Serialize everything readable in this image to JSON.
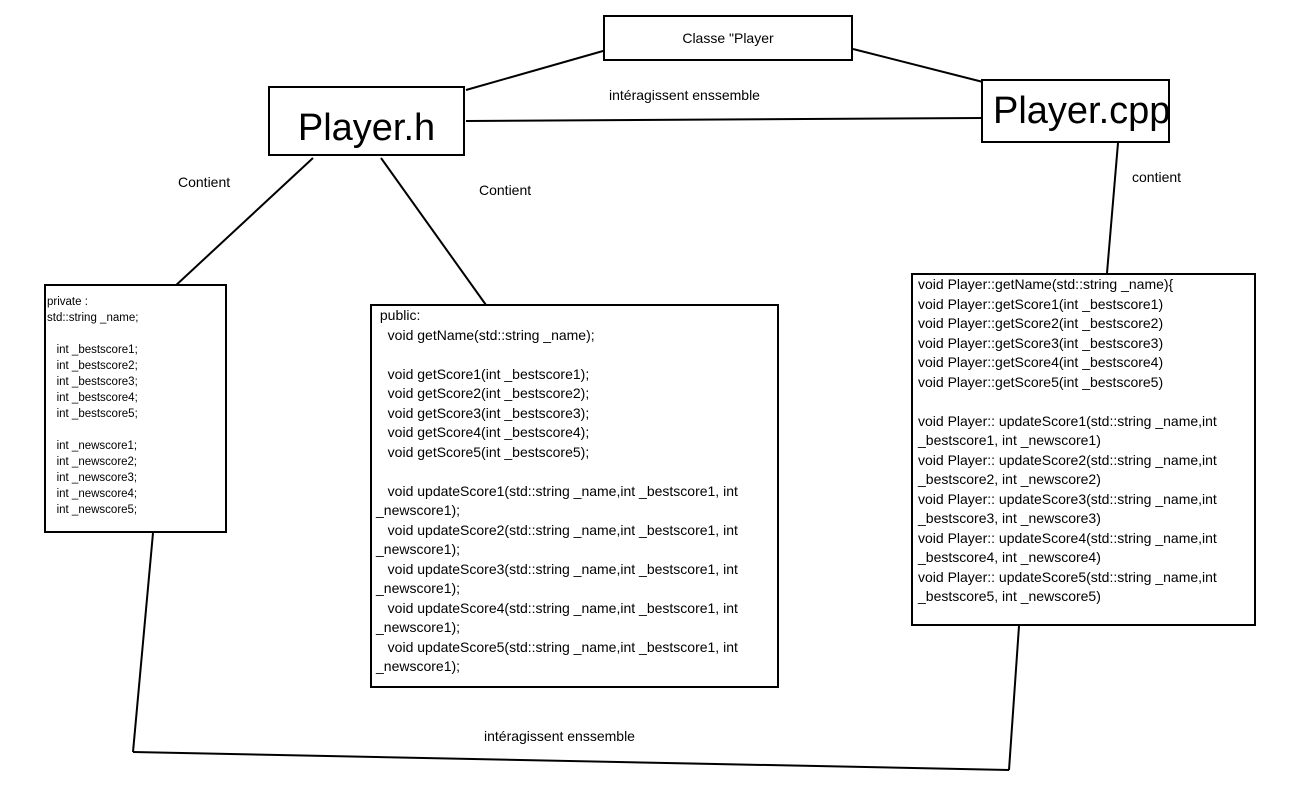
{
  "class_box": {
    "label": "Classe \"Player"
  },
  "header_file": {
    "label": "Player.h"
  },
  "source_file": {
    "label": "Player.cpp"
  },
  "edges": {
    "h_cpp": "intéragissent enssemble",
    "bottom": "intéragissent enssemble",
    "contient_private": "Contient",
    "contient_public": "Contient",
    "contient_cpp": "contient"
  },
  "private_block": {
    "text": "private :\nstd::string _name;\n\n   int _bestscore1;\n   int _bestscore2;\n   int _bestscore3;\n   int _bestscore4;\n   int _bestscore5;\n\n   int _newscore1;\n   int _newscore2;\n   int _newscore3;\n   int _newscore4;\n   int _newscore5;"
  },
  "public_block": {
    "text": " public:\n   void getName(std::string _name);\n\n   void getScore1(int _bestscore1);\n   void getScore2(int _bestscore2);\n   void getScore3(int _bestscore3);\n   void getScore4(int _bestscore4);\n   void getScore5(int _bestscore5);\n\n   void updateScore1(std::string _name,int _bestscore1, int\n_newscore1);\n   void updateScore2(std::string _name,int _bestscore1, int\n_newscore1);\n   void updateScore3(std::string _name,int _bestscore1, int\n_newscore1);\n   void updateScore4(std::string _name,int _bestscore1, int\n_newscore1);\n   void updateScore5(std::string _name,int _bestscore1, int\n_newscore1);"
  },
  "impl_block": {
    "text": "void Player::getName(std::string _name){\nvoid Player::getScore1(int _bestscore1)\nvoid Player::getScore2(int _bestscore2)\nvoid Player::getScore3(int _bestscore3)\nvoid Player::getScore4(int _bestscore4)\nvoid Player::getScore5(int _bestscore5)\n\nvoid Player:: updateScore1(std::string _name,int\n_bestscore1, int _newscore1)\nvoid Player:: updateScore2(std::string _name,int\n_bestscore2, int _newscore2)\nvoid Player:: updateScore3(std::string _name,int\n_bestscore3, int _newscore3)\nvoid Player:: updateScore4(std::string _name,int\n_bestscore4, int _newscore4)\nvoid Player:: updateScore5(std::string _name,int\n_bestscore5, int _newscore5)"
  }
}
